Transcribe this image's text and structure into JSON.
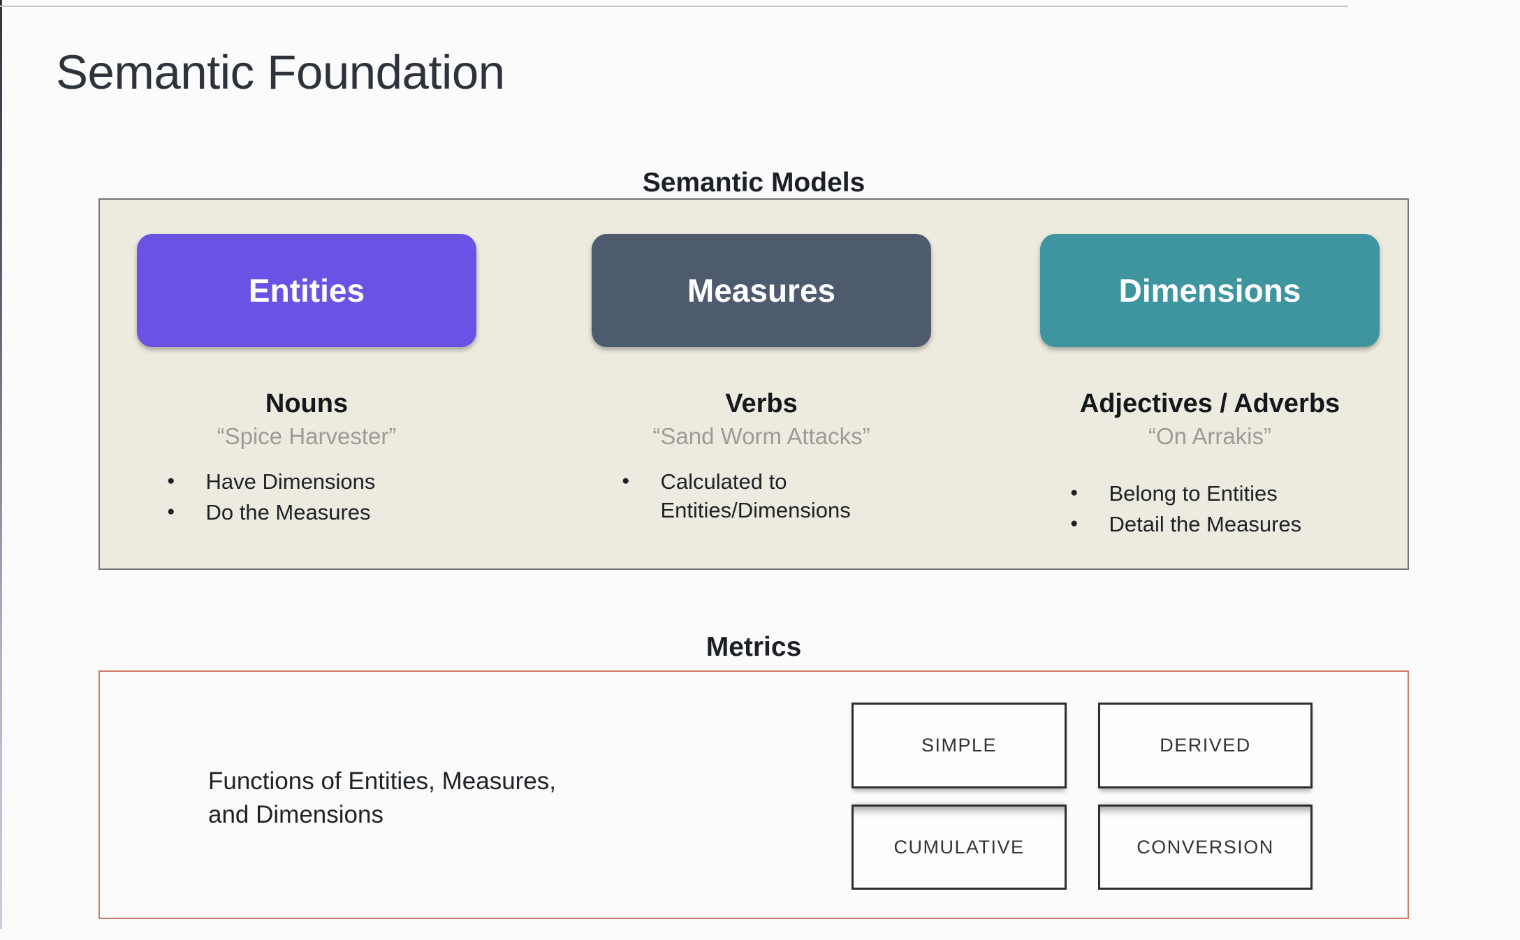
{
  "page": {
    "title": "Semantic Foundation"
  },
  "semantic_models": {
    "heading": "Semantic Models",
    "box_background": "#edebdf",
    "columns": [
      {
        "button": "Entities",
        "button_color": "#6952e4",
        "subtitle": "Nouns",
        "quote": "“Spice Harvester”",
        "bullets": [
          "Have Dimensions",
          "Do the Measures"
        ]
      },
      {
        "button": "Measures",
        "button_color": "#4e5b6e",
        "subtitle": "Verbs",
        "quote": "“Sand Worm Attacks”",
        "bullets": [
          "Calculated to Entities/Dimensions"
        ]
      },
      {
        "button": "Dimensions",
        "button_color": "#3e95a0",
        "subtitle": "Adjectives / Adverbs",
        "quote": "“On Arrakis”",
        "bullets": [
          "Belong to Entities",
          "Detail the Measures"
        ]
      }
    ]
  },
  "metrics": {
    "heading": "Metrics",
    "border_color": "#cd7a64",
    "description": "Functions of Entities, Measures,\nand Dimensions",
    "types": [
      "SIMPLE",
      "DERIVED",
      "CUMULATIVE",
      "CONVERSION"
    ]
  },
  "glyphs": {
    "bullet": "●"
  }
}
